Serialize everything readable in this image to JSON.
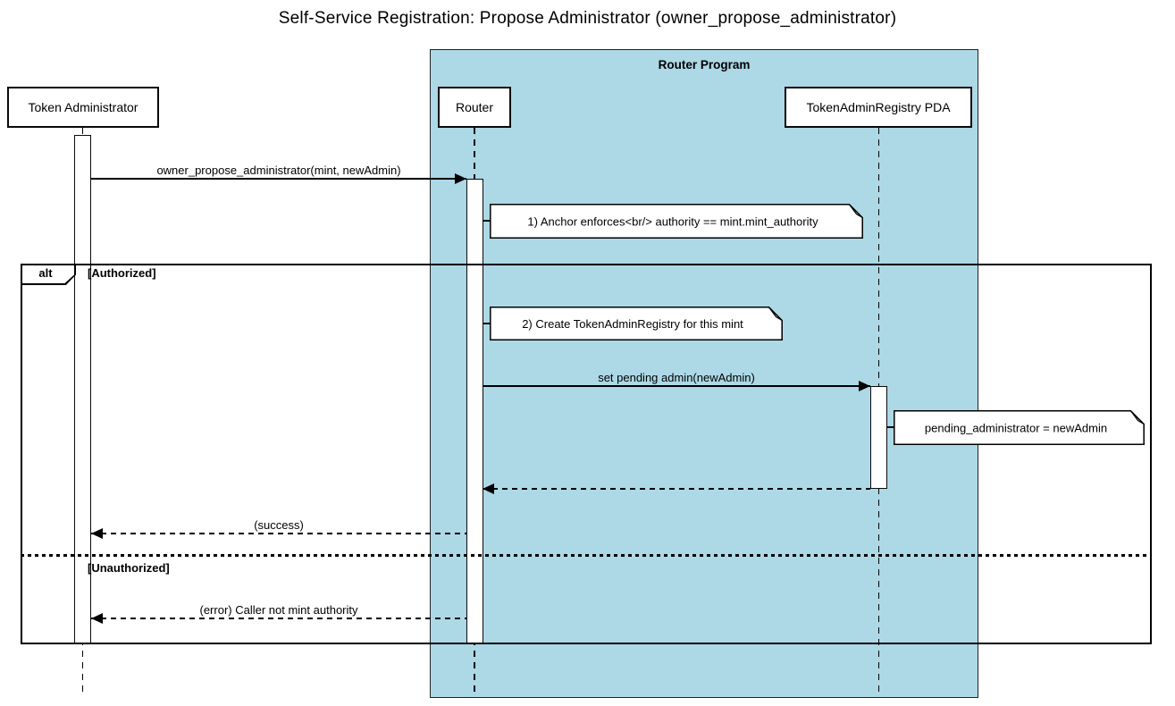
{
  "title": "Self-Service Registration: Propose Administrator (owner_propose_administrator)",
  "colors": {
    "group_fill": "#add8e6",
    "note_fill": "#ffffff",
    "participant_fill": "#ffffff",
    "line": "#000000"
  },
  "group": {
    "label": "Router Program"
  },
  "participants": [
    {
      "name": "Token Administrator"
    },
    {
      "name": "Router"
    },
    {
      "name": "TokenAdminRegistry PDA"
    }
  ],
  "messages": [
    {
      "label": "owner_propose_administrator(mint, newAdmin)",
      "from": "Token Administrator",
      "to": "Router",
      "style": "solid"
    },
    {
      "label": "set pending admin(newAdmin)",
      "from": "Router",
      "to": "TokenAdminRegistry PDA",
      "style": "solid"
    },
    {
      "label": "",
      "from": "TokenAdminRegistry PDA",
      "to": "Router",
      "style": "dashed"
    },
    {
      "label": "(success)",
      "from": "Router",
      "to": "Token Administrator",
      "style": "dashed"
    },
    {
      "label": "(error) Caller not mint authority",
      "from": "Router",
      "to": "Token Administrator",
      "style": "dashed"
    }
  ],
  "notes": [
    {
      "text": "1) Anchor enforces<br/> authority == mint.mint_authority"
    },
    {
      "text": "2) Create TokenAdminRegistry for this mint"
    },
    {
      "text": "pending_administrator = newAdmin"
    }
  ],
  "alt_frame": {
    "operator": "alt",
    "guards": [
      "[Authorized]",
      "[Unauthorized]"
    ]
  }
}
